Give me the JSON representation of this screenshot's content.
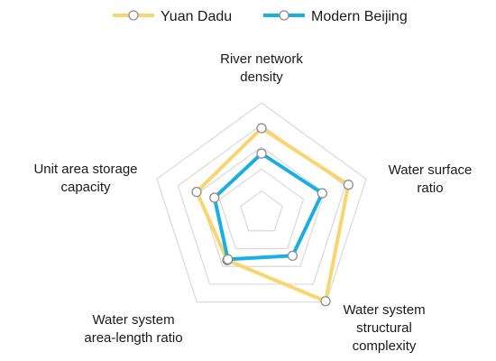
{
  "chart_data": {
    "type": "radar",
    "axes": [
      "River network density",
      "Water surface ratio",
      "Water system structural complexity",
      "Water system area-length ratio",
      "Unit area storage capacity"
    ],
    "axis_label_lines": [
      [
        "River network",
        "density"
      ],
      [
        "Water surface",
        "ratio"
      ],
      [
        "Water system",
        "structural",
        "complexity"
      ],
      [
        "Water system",
        "area-length ratio"
      ],
      [
        "Unit area storage",
        "capacity"
      ]
    ],
    "rmax": 1.0,
    "grid_levels": [
      0.2,
      0.4,
      0.6,
      0.8,
      1.0
    ],
    "legend_position": "top",
    "series": [
      {
        "name": "Yuan Dadu",
        "color": "#F9D56E",
        "values": [
          0.77,
          0.83,
          0.99,
          0.53,
          0.62
        ]
      },
      {
        "name": "Modern Beijing",
        "color": "#1AAFE2",
        "values": [
          0.54,
          0.58,
          0.48,
          0.52,
          0.45
        ]
      }
    ],
    "grid_color": "#D9D9D9",
    "marker_fill": "#ffffff",
    "marker_stroke": "#8C8C8C"
  }
}
